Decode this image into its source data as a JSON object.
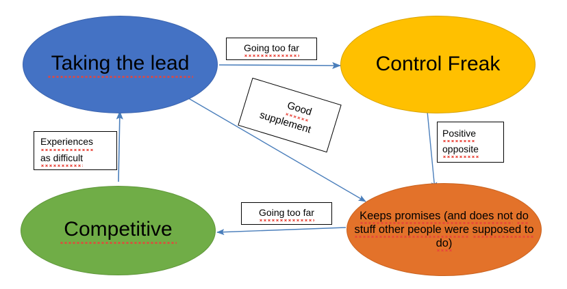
{
  "diagram": {
    "title": "Taking the lead / Control Freak behaviour map",
    "background": "#ffffff",
    "arrow_color": "#4A7EBB",
    "nodes": [
      {
        "id": "taking-lead",
        "label": "Taking the lead",
        "fill": "#4472C4",
        "text_color": "#000000",
        "spellcheck_underline": true
      },
      {
        "id": "control-freak",
        "label": "Control Freak",
        "fill": "#FFC000",
        "text_color": "#000000",
        "spellcheck_underline": false
      },
      {
        "id": "competitive",
        "label": "Competitive",
        "fill": "#70AD47",
        "text_color": "#000000",
        "spellcheck_underline": true
      },
      {
        "id": "keeps-promises",
        "label_line1": "Keeps promises (and does not",
        "label_line2": "do stuff other people were",
        "label_line3": "supposed to do)",
        "fill": "#E3722A",
        "text_color": "#000000",
        "spellcheck_underline": true
      }
    ],
    "edge_labels": {
      "going_too_far_top": "Going too far",
      "going_too_far_bottom": "Going too far",
      "experiences_line1": "Experiences",
      "experiences_line2": "as difficult",
      "positive_line1": "Positive",
      "positive_line2": "opposite",
      "good_supplement_line1": "Good",
      "good_supplement_line2": "supplement"
    },
    "edges": [
      {
        "id": "taking-lead-to-control-freak",
        "from": "taking-lead",
        "to": "control-freak",
        "label": "Going too far"
      },
      {
        "id": "taking-lead-to-keeps-promises",
        "from": "taking-lead",
        "to": "keeps-promises",
        "label": "Good supplement"
      },
      {
        "id": "control-freak-to-keeps-promises",
        "from": "control-freak",
        "to": "keeps-promises",
        "label": "Positive opposite"
      },
      {
        "id": "keeps-promises-to-competitive",
        "from": "keeps-promises",
        "to": "competitive",
        "label": "Going too far"
      },
      {
        "id": "competitive-to-taking-lead",
        "from": "competitive",
        "to": "taking-lead",
        "label": "Experiences as difficult"
      }
    ]
  }
}
